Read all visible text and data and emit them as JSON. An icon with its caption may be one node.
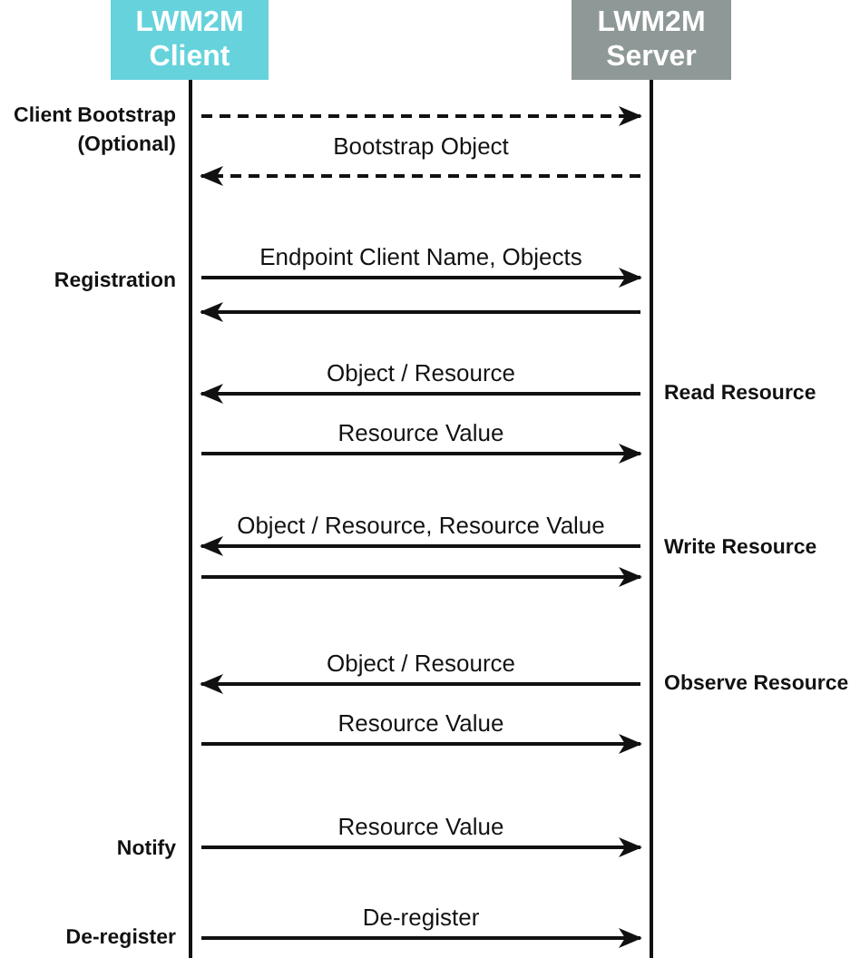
{
  "diagram": {
    "nodes": [
      {
        "text": [
          "LWM2M Client"
        ]
      },
      {
        "text": [
          "LWM2M Server"
        ]
      },
      {
        "text": [],
        "shape": "line"
      },
      {
        "text": [],
        "shape": "line"
      }
    ],
    "edges": [
      {
        "from": 2,
        "to": 3,
        "arrow": "to",
        "style": "dashed"
      },
      {
        "from": 3,
        "to": 2,
        "arrow": "to",
        "style": "dashed",
        "label": "Bootstrap Object"
      },
      {
        "from": 2,
        "to": 3,
        "arrow": "to",
        "label": "Endpoint Client Name, Objects"
      },
      {
        "from": 3,
        "to": 2,
        "arrow": "to"
      },
      {
        "from": 3,
        "to": 2,
        "arrow": "to",
        "label": "Object / Resource"
      },
      {
        "from": 2,
        "to": 3,
        "arrow": "to",
        "label": "Resource Value"
      },
      {
        "from": 3,
        "to": 2,
        "arrow": "to",
        "label": "Object / Resource, Resource Value"
      },
      {
        "from": 2,
        "to": 3,
        "arrow": "to"
      },
      {
        "from": 3,
        "to": 2,
        "arrow": "to",
        "label": "Object / Resource"
      },
      {
        "from": 2,
        "to": 3,
        "arrow": "to",
        "label": "Resource Value"
      },
      {
        "from": 2,
        "to": 3,
        "arrow": "to",
        "label": "Resource Value"
      },
      {
        "from": 2,
        "to": 3,
        "arrow": "to",
        "label": "De-register"
      }
    ],
    "labels": [
      "Client Bootstrap (Optional)",
      "Registration",
      "Read Resource",
      "Write Resource",
      "Observe Resource",
      "Notify",
      "De-register"
    ]
  }
}
